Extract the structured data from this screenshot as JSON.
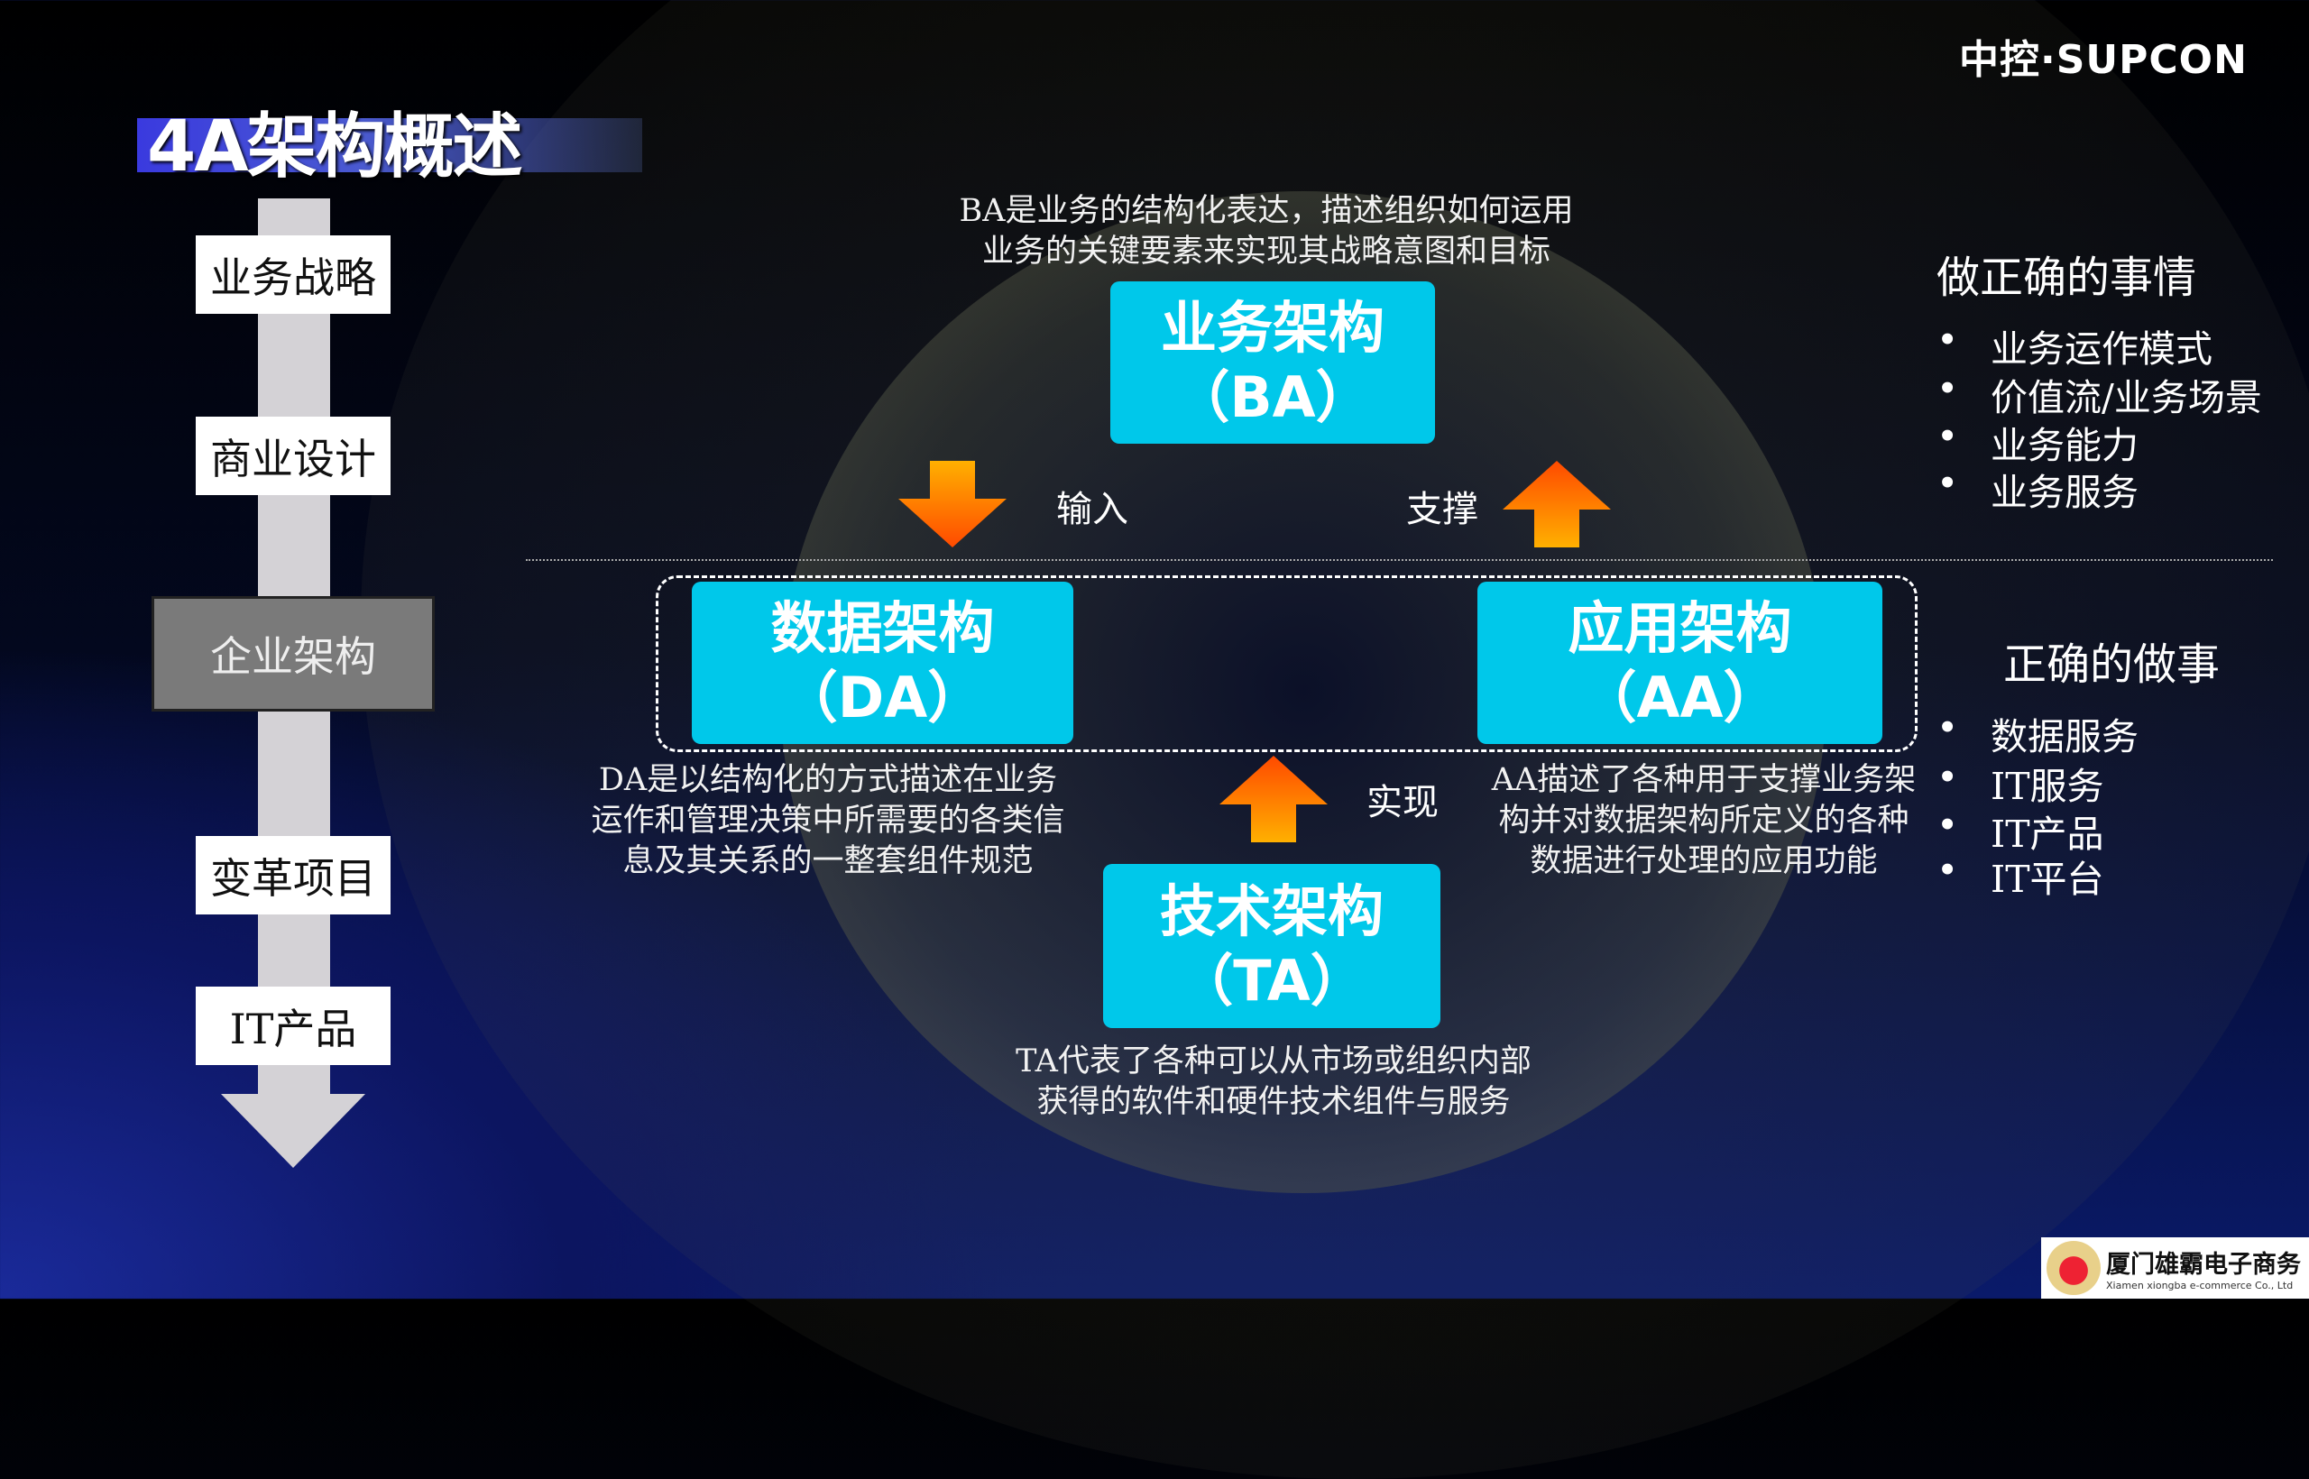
{
  "title": "4A架构概述",
  "logo": "中控·SUPCON",
  "left_flow": [
    "业务战略",
    "商业设计",
    "企业架构",
    "变革项目",
    "IT产品"
  ],
  "boxes": {
    "ba": {
      "name": "业务架构",
      "abbr": "（BA）",
      "desc": [
        "BA是业务的结构化表达，描述组织如何运用",
        "业务的关键要素来实现其战略意图和目标"
      ]
    },
    "da": {
      "name": "数据架构",
      "abbr": "（DA）",
      "desc": [
        "DA是以结构化的方式描述在业务",
        "运作和管理决策中所需要的各类信",
        "息及其关系的一整套组件规范"
      ]
    },
    "aa": {
      "name": "应用架构",
      "abbr": "（AA）",
      "desc": [
        "AA描述了各种用于支撑业务架",
        "构并对数据架构所定义的各种",
        "数据进行处理的应用功能"
      ]
    },
    "ta": {
      "name": "技术架构",
      "abbr": "（TA）",
      "desc": [
        "TA代表了各种可以从市场或组织内部",
        "获得的软件和硬件技术组件与服务"
      ]
    }
  },
  "arrows": {
    "input": "输入",
    "support": "支撑",
    "realize": "实现"
  },
  "right": {
    "do_right_things": {
      "heading": "做正确的事情",
      "items": [
        "业务运作模式",
        "价值流/业务场景",
        "业务能力",
        "业务服务"
      ]
    },
    "do_things_right": {
      "heading": "正确的做事",
      "items": [
        "数据服务",
        "IT服务",
        "IT产品",
        "IT平台"
      ]
    }
  },
  "watermark": {
    "cn": "厦门雄霸电子商务",
    "en": "Xiamen xiongba e-commerce Co., Ltd"
  },
  "colors": {
    "box": "#00c8ea",
    "arrow_top": "#ffb000",
    "arrow_bottom": "#ff4a00"
  }
}
